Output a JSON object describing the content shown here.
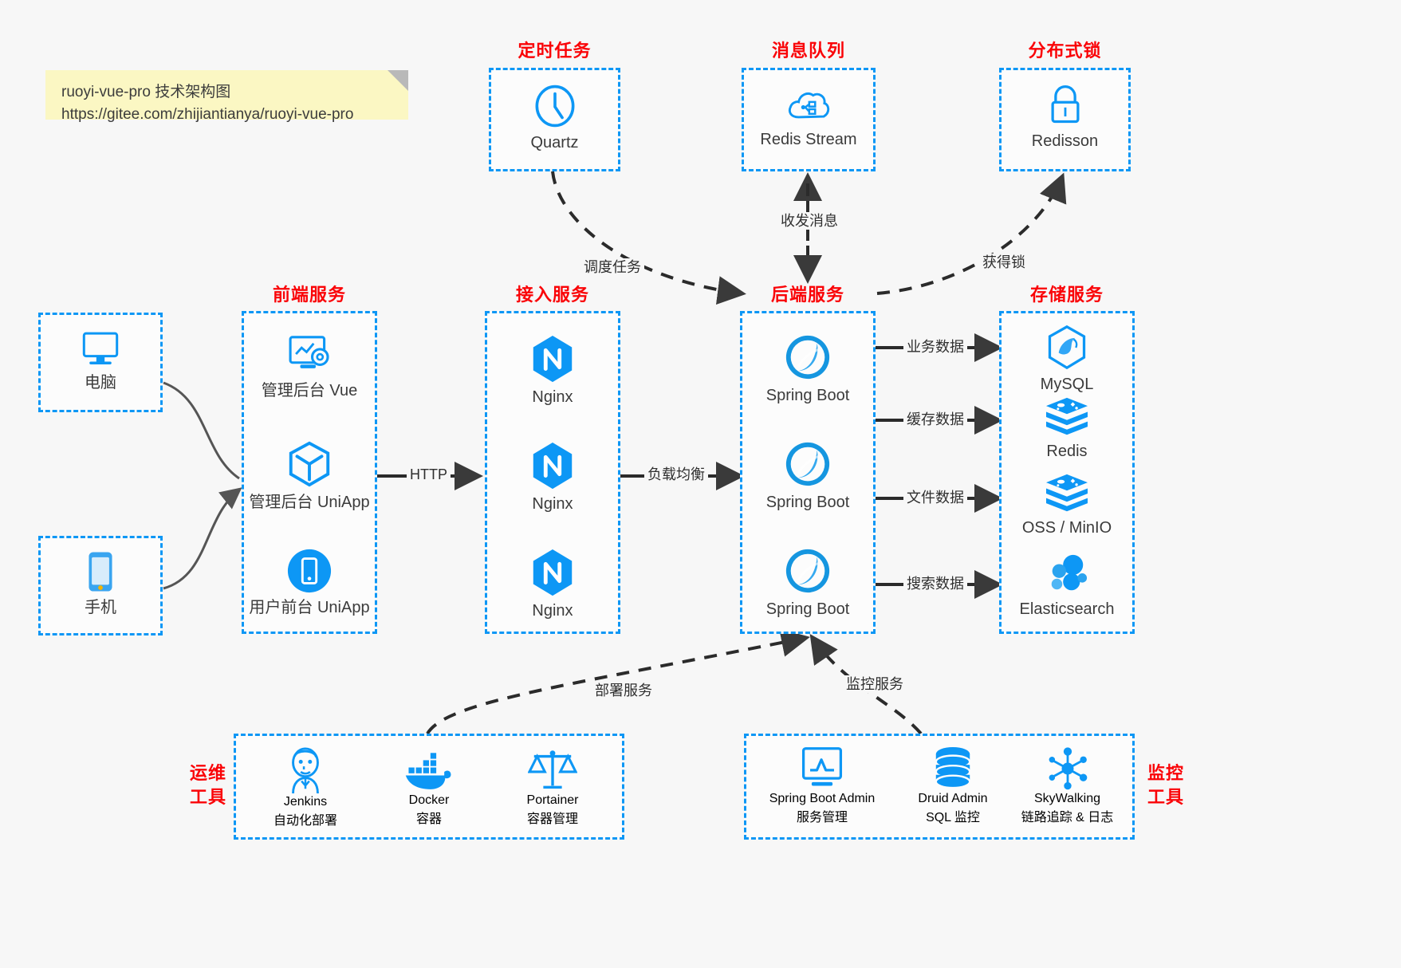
{
  "note": {
    "line1": "ruoyi-vue-pro 技术架构图",
    "line2": "https://gitee.com/zhijiantianya/ruoyi-vue-pro"
  },
  "colors": {
    "accent_blue": "#0d97f5",
    "title_red": "#fa0307",
    "background": "#f7f7f7",
    "note_yellow": "#fbf7c3",
    "edge_gray": "#444444"
  },
  "groups": {
    "scheduled_task": {
      "title": "定时任务",
      "nodes": [
        {
          "icon": "clock-icon",
          "label": "Quartz"
        }
      ]
    },
    "message_queue": {
      "title": "消息队列",
      "nodes": [
        {
          "icon": "cloud-stream-icon",
          "label": "Redis Stream"
        }
      ]
    },
    "distributed_lock": {
      "title": "分布式锁",
      "nodes": [
        {
          "icon": "lock-icon",
          "label": "Redisson"
        }
      ]
    },
    "clients": {
      "nodes": [
        {
          "icon": "desktop-icon",
          "label": "电脑"
        },
        {
          "icon": "phone-icon",
          "label": "手机"
        }
      ]
    },
    "frontend": {
      "title": "前端服务",
      "nodes": [
        {
          "icon": "dashboard-gear-icon",
          "label": "管理后台 Vue"
        },
        {
          "icon": "cube-icon",
          "label": "管理后台 UniApp"
        },
        {
          "icon": "mobile-app-icon",
          "label": "用户前台 UniApp"
        }
      ]
    },
    "gateway": {
      "title": "接入服务",
      "nodes": [
        {
          "icon": "nginx-icon",
          "label": "Nginx"
        },
        {
          "icon": "nginx-icon",
          "label": "Nginx"
        },
        {
          "icon": "nginx-icon",
          "label": "Nginx"
        }
      ]
    },
    "backend": {
      "title": "后端服务",
      "nodes": [
        {
          "icon": "spring-boot-icon",
          "label": "Spring Boot"
        },
        {
          "icon": "spring-boot-icon",
          "label": "Spring Boot"
        },
        {
          "icon": "spring-boot-icon",
          "label": "Spring Boot"
        }
      ]
    },
    "storage": {
      "title": "存储服务",
      "nodes": [
        {
          "icon": "mysql-icon",
          "label": "MySQL"
        },
        {
          "icon": "redis-icon",
          "label": "Redis"
        },
        {
          "icon": "oss-icon",
          "label": "OSS / MinIO"
        },
        {
          "icon": "elasticsearch-icon",
          "label": "Elasticsearch"
        }
      ]
    },
    "devops": {
      "title": "运维\n工具",
      "title_line1": "运维",
      "title_line2": "工具",
      "nodes": [
        {
          "icon": "jenkins-icon",
          "label": "Jenkins",
          "sublabel": "自动化部署"
        },
        {
          "icon": "docker-icon",
          "label": "Docker",
          "sublabel": "容器"
        },
        {
          "icon": "scales-icon",
          "label": "Portainer",
          "sublabel": "容器管理"
        }
      ]
    },
    "monitoring": {
      "title_line1": "监控",
      "title_line2": "工具",
      "nodes": [
        {
          "icon": "monitor-chart-icon",
          "label": "Spring Boot Admin",
          "sublabel": "服务管理"
        },
        {
          "icon": "database-icon",
          "label": "Druid Admin",
          "sublabel": "SQL 监控"
        },
        {
          "icon": "skywalking-icon",
          "label": "SkyWalking",
          "sublabel": "链路追踪 & 日志"
        }
      ]
    }
  },
  "edges": {
    "schedule_task": "调度任务",
    "send_receive_message": "收发消息",
    "acquire_lock": "获得锁",
    "http": "HTTP",
    "load_balance": "负载均衡",
    "business_data": "业务数据",
    "cache_data": "缓存数据",
    "file_data": "文件数据",
    "search_data": "搜索数据",
    "deploy_service": "部署服务",
    "monitor_service": "监控服务"
  }
}
